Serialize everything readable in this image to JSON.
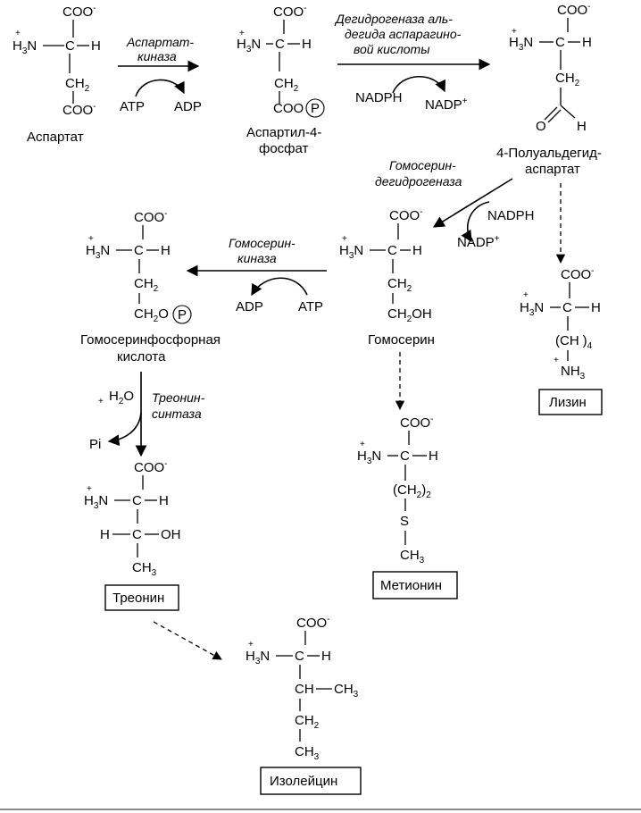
{
  "compounds": {
    "aspartate": "Аспартат",
    "aspartyl_line1": "Аспартил-4-",
    "aspartyl_line2": "фосфат",
    "semialdehyde_line1": "4-Полуальдегид-",
    "semialdehyde_line2": "аспартат",
    "homoserine": "Гомосерин",
    "phospho_line1": "Гомосеринфосфорная",
    "phospho_line2": "кислота",
    "lysine": "Лизин",
    "methionine": "Метионин",
    "threonine": "Треонин",
    "isoleucine": "Изолейцин"
  },
  "enzymes": {
    "aspartate_kinase_1": "Аспартат-",
    "aspartate_kinase_2": "киназа",
    "asa_dh_1": "Дегидрогеназа аль-",
    "asa_dh_2": "дегида аспарагино-",
    "asa_dh_3": "вой кислоты",
    "hs_dh_1": "Гомосерин-",
    "hs_dh_2": "дегидрогеназа",
    "hs_kinase_1": "Гомосерин-",
    "hs_kinase_2": "киназа",
    "thr_synthase_1": "Треонин-",
    "thr_synthase_2": "синтаза"
  },
  "cofactors": {
    "atp": "ATP",
    "adp": "ADP",
    "nadph": "NADPH",
    "nadp": "NADP",
    "plus": "+",
    "h2o": "H",
    "pi": "Pi"
  },
  "atoms": {
    "coo": "COO",
    "minus": "-",
    "h3n": "H",
    "n_tail": "N",
    "c": "C",
    "h": "H",
    "ch2": "CH",
    "ch3": "CH",
    "oh": "OH",
    "ch2oh": "CH",
    "o": "O",
    "s": "S",
    "nh3": "NH",
    "p": "P",
    "sub2": "2",
    "sub3": "3",
    "sub4": "4"
  }
}
